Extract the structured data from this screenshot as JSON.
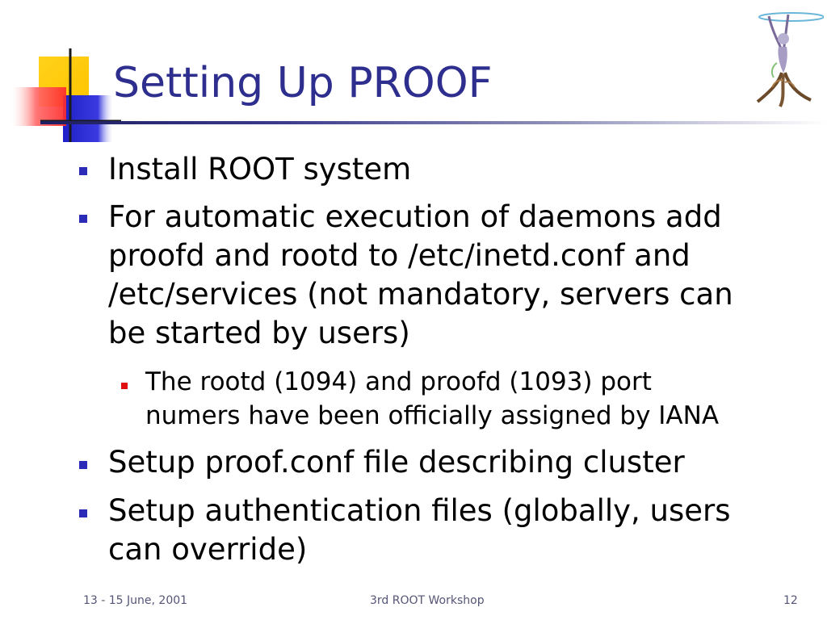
{
  "slide": {
    "title": "Setting Up PROOF",
    "bullets": [
      {
        "lines": [
          "Install ROOT system"
        ]
      },
      {
        "lines": [
          "For automatic execution of daemons add",
          "proofd and rootd to /etc/inetd.conf and",
          "/etc/services (not mandatory, servers can",
          "be started by users)"
        ]
      },
      {
        "lines": [
          "Setup proof.conf file describing cluster"
        ]
      },
      {
        "lines": [
          "Setup authentication files (globally, users",
          "can override)"
        ]
      }
    ],
    "sub_bullet": {
      "lines": [
        "The rootd (1094) and proofd (1093) port",
        "numers have been officially assigned by IANA"
      ]
    }
  },
  "footer": {
    "date": "13 - 15 June, 2001",
    "event": "3rd ROOT Workshop",
    "page_number": "12"
  },
  "colors": {
    "title": "#2e2e8e",
    "bullet_square": "#2b2bb8",
    "sub_bullet_square": "#e01010",
    "footer_text": "#555577"
  },
  "icons": {
    "corner": "colored-squares-decoration-icon",
    "logo": "dancing-figure-logo-icon"
  }
}
